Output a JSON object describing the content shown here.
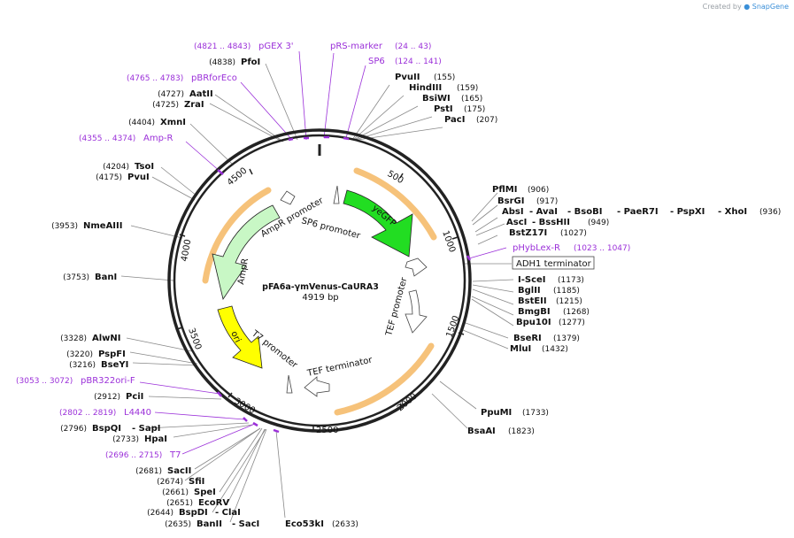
{
  "watermark": {
    "prefix": "Created by",
    "brand": "SnapGene"
  },
  "plasmid": {
    "name": "pFA6a-γmVenus-CaURA3",
    "length_label": "4919 bp",
    "length": 4919
  },
  "ticks": [
    "500",
    "1000",
    "1500",
    "2000",
    "2500",
    "3000",
    "3500",
    "4000",
    "4500"
  ],
  "colors": {
    "enzyme": "#111111",
    "primer": "#9b30d9",
    "egfp": "#22dd22",
    "ori": "#ffff00",
    "ampr": "#c8f7c5",
    "misc_arrow": "#ffffff",
    "highlight": "#f6c27a"
  },
  "enzymes_right": [
    {
      "name": "PvuII",
      "pos": "(155)"
    },
    {
      "name": "HindIII",
      "pos": "(159)"
    },
    {
      "name": "BsiWI",
      "pos": "(165)"
    },
    {
      "name": "PstI",
      "pos": "(175)"
    },
    {
      "name": "PacI",
      "pos": "(207)"
    },
    {
      "name": "PflMI",
      "pos": "(906)"
    },
    {
      "name": "BsrGI",
      "pos": "(917)"
    },
    {
      "name": "AscI",
      "pos": "(949)"
    },
    {
      "name": "BstZ17I",
      "pos": "(1027)"
    },
    {
      "name": "I-SceI",
      "pos": "(1173)"
    },
    {
      "name": "BglII",
      "pos": "(1185)"
    },
    {
      "name": "BstEII",
      "pos": "(1215)"
    },
    {
      "name": "BmgBI",
      "pos": "(1268)"
    },
    {
      "name": "Bpu10I",
      "pos": "(1277)"
    },
    {
      "name": "BseRI",
      "pos": "(1379)"
    },
    {
      "name": "MluI",
      "pos": "(1432)"
    },
    {
      "name": "PpuMI",
      "pos": "(1733)"
    },
    {
      "name": "BsaAI",
      "pos": "(1823)"
    }
  ],
  "multi_enzyme": {
    "names": [
      "AbsI",
      "- AvaI",
      "- BsoBI",
      "- PaeR7I",
      "- PspXI",
      "- XhoI"
    ],
    "pos": "(936)",
    "bsshii": "- BssHII"
  },
  "enzymes_left": [
    {
      "name": "PfoI",
      "pos": "(4838)"
    },
    {
      "name": "AatII",
      "pos": "(4727)"
    },
    {
      "name": "ZraI",
      "pos": "(4725)"
    },
    {
      "name": "XmnI",
      "pos": "(4404)"
    },
    {
      "name": "TsoI",
      "pos": "(4204)"
    },
    {
      "name": "PvuI",
      "pos": "(4175)"
    },
    {
      "name": "NmeAIII",
      "pos": "(3953)"
    },
    {
      "name": "BanI",
      "pos": "(3753)"
    },
    {
      "name": "AlwNI",
      "pos": "(3328)"
    },
    {
      "name": "PspFI",
      "pos": "(3220)"
    },
    {
      "name": "BseYI",
      "pos": "(3216)"
    },
    {
      "name": "PciI",
      "pos": "(2912)"
    },
    {
      "name": "BspQI",
      "pos": "(2796)"
    },
    {
      "name": "- SapI",
      "pos": ""
    },
    {
      "name": "HpaI",
      "pos": "(2733)"
    },
    {
      "name": "SacII",
      "pos": "(2681)"
    },
    {
      "name": "SfiI",
      "pos": "(2674)"
    },
    {
      "name": "SpeI",
      "pos": "(2661)"
    },
    {
      "name": "EcoRV",
      "pos": "(2651)"
    },
    {
      "name": "BspDI",
      "pos": "(2644)"
    },
    {
      "name": "- ClaI",
      "pos": ""
    },
    {
      "name": "BanII",
      "pos": "(2635)"
    },
    {
      "name": "- SacI",
      "pos": ""
    },
    {
      "name": "Eco53kI",
      "pos": "(2633)"
    }
  ],
  "primers": [
    {
      "name": "pGEX 3'",
      "pos": "(4821 .. 4843)"
    },
    {
      "name": "pRS-marker",
      "pos": "(24 .. 43)"
    },
    {
      "name": "SP6",
      "pos": "(124 .. 141)"
    },
    {
      "name": "pBRforEco",
      "pos": "(4765 .. 4783)"
    },
    {
      "name": "Amp-R",
      "pos": "(4355 .. 4374)"
    },
    {
      "name": "pHybLex-R",
      "pos": "(1023 .. 1047)"
    },
    {
      "name": "pBR322ori-F",
      "pos": "(3053 .. 3072)"
    },
    {
      "name": "L4440",
      "pos": "(2802 .. 2819)"
    },
    {
      "name": "T7",
      "pos": "(2696 .. 2715)"
    }
  ],
  "features": {
    "yegfp": "yeGFP",
    "ampr": "AmpR",
    "ori": "ori",
    "ampr_promoter": "AmpR promoter",
    "sp6_promoter": "SP6 promoter",
    "tef_promoter": "TEF promoter",
    "tef_terminator": "TEF terminator",
    "t7_promoter": "T7 promoter",
    "adh1_terminator": "ADH1 terminator"
  }
}
